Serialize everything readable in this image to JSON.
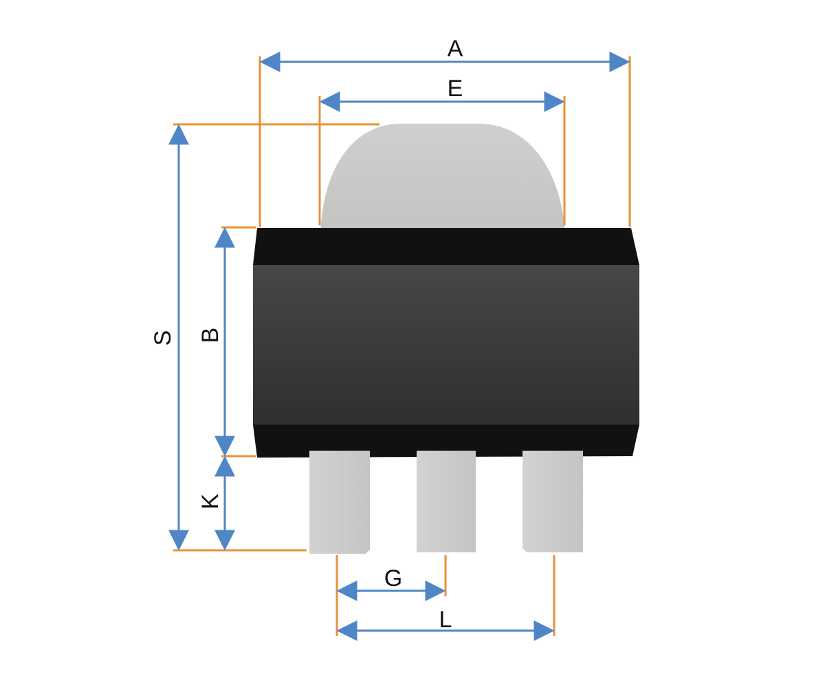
{
  "diagram": {
    "labels": {
      "A": "A",
      "E": "E",
      "S": "S",
      "B": "B",
      "K": "K",
      "G": "G",
      "L": "L"
    },
    "colors": {
      "arrow": "#4f86c6",
      "extension_line": "#e8913a",
      "body_dark": "#1a1a1a",
      "body_face": "#3a3a3a",
      "tab_metal": "#c8c8c6",
      "pin_metal": "#cccccb"
    }
  }
}
